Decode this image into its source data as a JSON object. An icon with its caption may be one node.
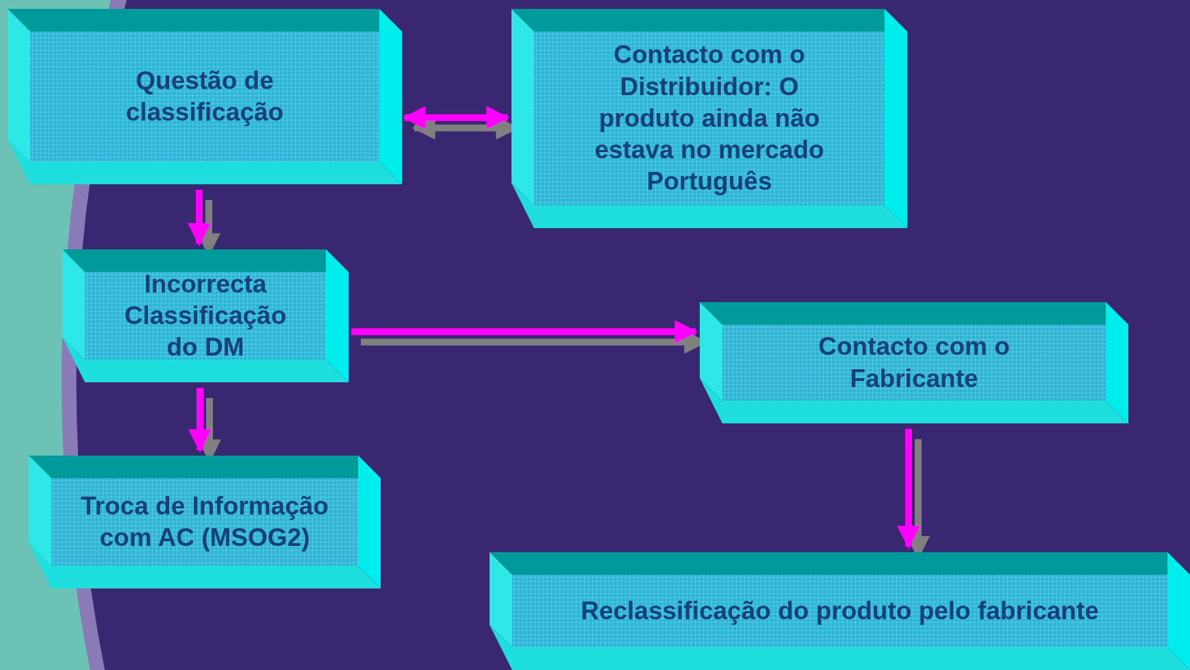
{
  "diagram": {
    "nodes": [
      {
        "text": [
          "Questão de classificação"
        ]
      },
      {
        "text": [
          "Contacto com o Distribuidor: O produto ainda não estava no mercado Português"
        ]
      },
      {
        "text": [
          "Incorrecta Classificação do DM"
        ]
      },
      {
        "text": [
          "Contacto com o Fabricante"
        ]
      },
      {
        "text": [
          "Troca de Informação com AC (MSOG2)"
        ]
      },
      {
        "text": [
          "Reclassificação do produto pelo fabricante"
        ]
      }
    ],
    "edges": [
      {
        "from": 0,
        "to": 1,
        "arrow": "both"
      },
      {
        "from": 0,
        "to": 2,
        "arrow": "to"
      },
      {
        "from": 2,
        "to": 4,
        "arrow": "to"
      },
      {
        "from": 2,
        "to": 3,
        "arrow": "to"
      },
      {
        "from": 3,
        "to": 5,
        "arrow": "to"
      }
    ]
  }
}
